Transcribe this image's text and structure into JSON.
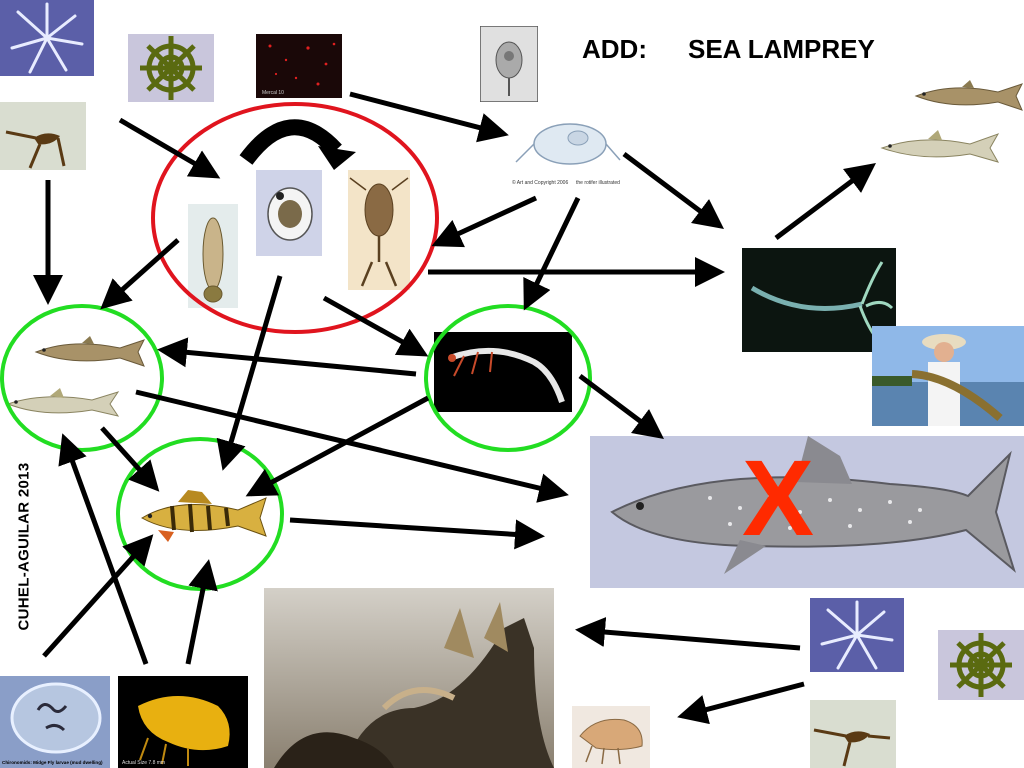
{
  "header": {
    "add_label": "ADD:",
    "species_label": "SEA LAMPREY"
  },
  "credit": {
    "text": "CUHEL-AGUILAR 2013"
  },
  "captions": {
    "rotifer_left": "© Art and Copyright 2006",
    "rotifer_right": "the rotifer illustrated",
    "midge": "Chironomids: Midge Fly larvae (mud dwelling)",
    "mysis": "Actual Size 7.8 mm",
    "zooplankton_small": "Mercal  10"
  },
  "removal_mark": {
    "symbol": "X",
    "color": "#ff2a00"
  },
  "colors": {
    "zooplankton_ring": "#e0141e",
    "prey_fish_ring": "#22dd22",
    "arrow": "#000000"
  },
  "nodes": [
    "asterionella-diatom",
    "tabellaria-diatom",
    "red-plankton-micrograph",
    "rotifer-photo",
    "rotifer-drawing",
    "ceratium-dinoflagellate",
    "copepod-nauplius",
    "daphnia",
    "copepod",
    "mysis-shrimp",
    "sea-lamprey",
    "rainbow-smelt",
    "alewife",
    "yellow-perch",
    "lake-trout",
    "angler-walleye",
    "chironomid-larvae",
    "mysis-diporeia",
    "zebra-mussels",
    "diporeia-amphipod"
  ]
}
